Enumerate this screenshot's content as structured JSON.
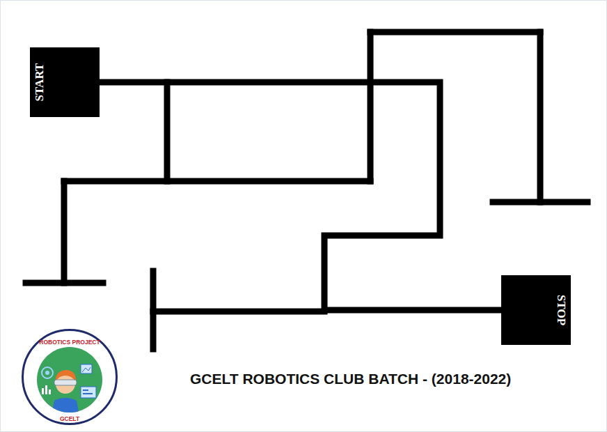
{
  "diagram": {
    "title": "GCELT ROBOTICS CLUB BATCH - (2018-2022)",
    "nodes": [
      {
        "text": [
          "START"
        ]
      },
      {
        "text": [
          "STOP"
        ]
      },
      {
        "text": [
          "ROBOTICS PROJECT",
          "GCELT"
        ]
      }
    ],
    "edges": [
      {
        "from": 0,
        "to": 1,
        "arrow": "none"
      }
    ]
  }
}
